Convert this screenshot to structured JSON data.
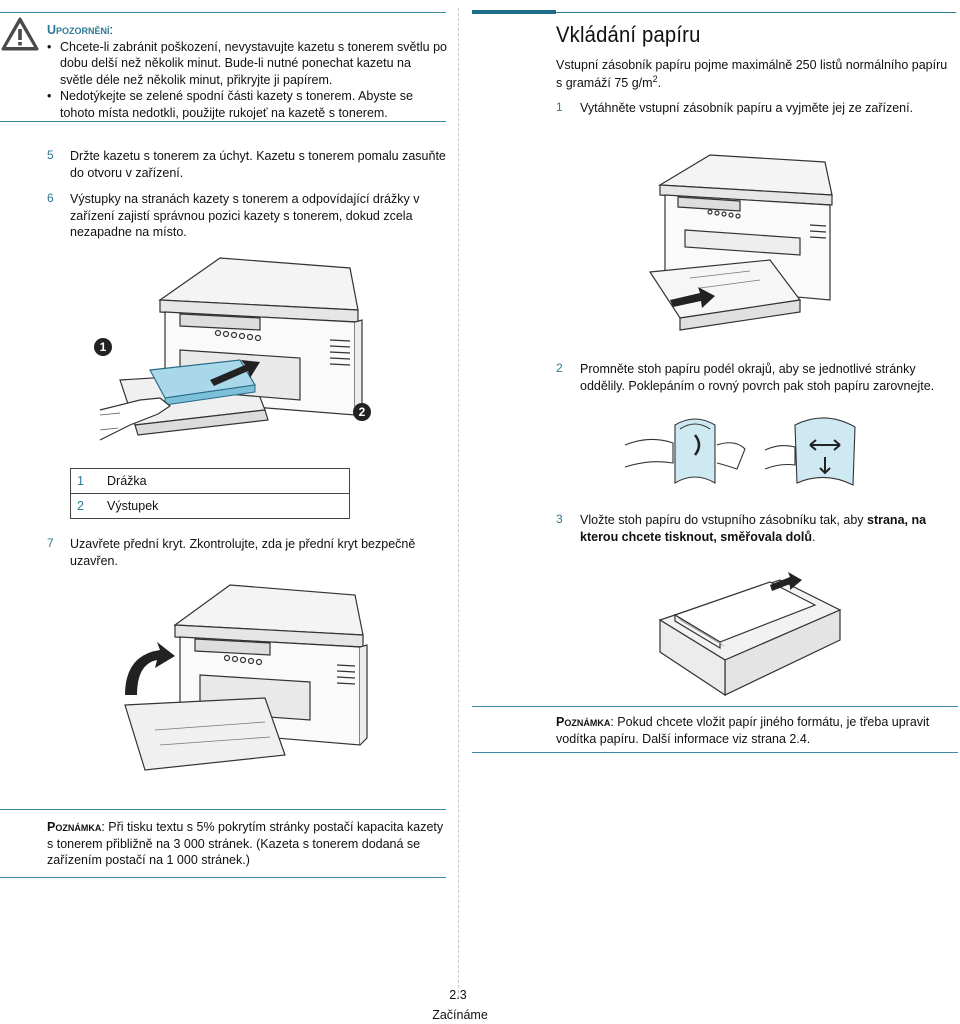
{
  "caution": {
    "label": "Upozornění",
    "colon": ":",
    "items": [
      "Chcete-li zabránit poškození, nevystavujte kazetu s tonerem světlu po dobu delší než několik minut. Bude-li nutné ponechat kazetu na světle déle než několik minut, přikryjte ji papírem.",
      "Nedotýkejte se zelené spodní části kazety s tonerem. Abyste se tohoto místa nedotkli, použijte rukojeť na kazetě s tonerem."
    ]
  },
  "left_steps": {
    "step5": {
      "num": "5",
      "text": "Držte kazetu s tonerem za úchyt. Kazetu s tonerem pomalu zasuňte do otvoru v zařízení."
    },
    "step6": {
      "num": "6",
      "text": "Výstupky na stranách kazety s tonerem a odpovídající drážky v zařízení zajistí správnou pozici kazety s tonerem, dokud zcela nezapadne na místo."
    },
    "callout1": "1",
    "callout2": "2",
    "parts_table": [
      {
        "num": "1",
        "label": "Drážka"
      },
      {
        "num": "2",
        "label": "Výstupek"
      }
    ],
    "step7": {
      "num": "7",
      "text": "Uzavřete přední kryt. Zkontrolujte, zda je přední kryt bezpečně uzavřen."
    }
  },
  "note_left": {
    "label": "Poznámka",
    "text": ": Při tisku textu s 5% pokrytím stránky postačí kapacita kazety s tonerem přibližně na 3 000 stránek. (Kazeta s tonerem dodaná se zařízením postačí na 1 000 stránek.)"
  },
  "section": {
    "title": "Vkládání papíru",
    "intro": "Vstupní zásobník papíru pojme maximálně 250 listů normálního papíru s gramáží 75 g/m",
    "intro_sup": "2",
    "intro_end": ".",
    "step1": {
      "num": "1",
      "text": "Vytáhněte vstupní zásobník papíru a vyjměte jej ze zařízení."
    },
    "step2": {
      "num": "2",
      "text": "Promněte stoh papíru podél okrajů, aby se jednotlivé stránky oddělily. Poklepáním o rovný povrch pak stoh papíru zarovnejte."
    },
    "step3": {
      "num": "3",
      "text_a": "Vložte stoh papíru do vstupního zásobníku tak, aby ",
      "text_b": "strana, na kterou chcete tisknout, směřovala dolů",
      "text_c": "."
    }
  },
  "note_right": {
    "label": "Poznámka",
    "text": ": Pokud chcete vložit papír jiného formátu, je třeba upravit vodítka papíru. Další informace viz strana 2.4."
  },
  "footer": {
    "page": "2.3",
    "chapter": "Začínáme"
  }
}
